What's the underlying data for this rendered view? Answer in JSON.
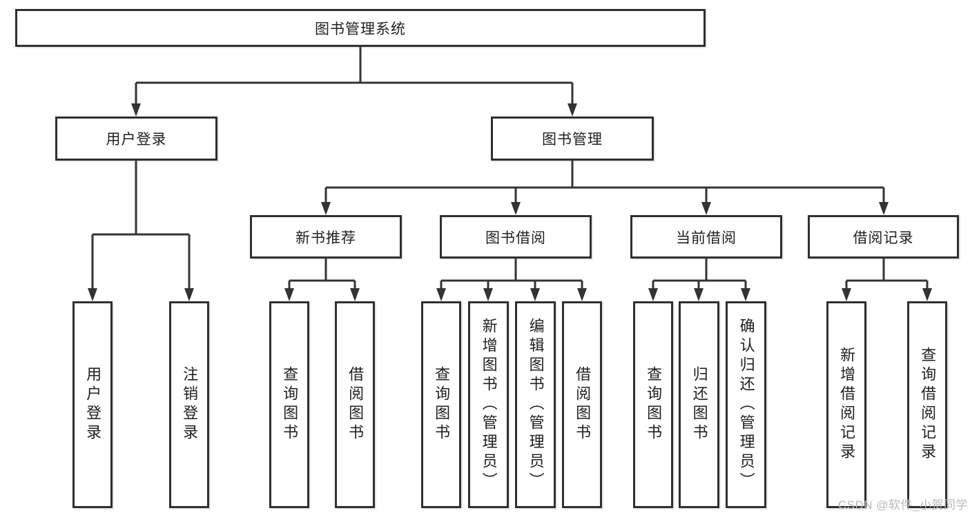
{
  "root": {
    "label": "图书管理系统"
  },
  "level2": {
    "user_login": {
      "label": "用户登录"
    },
    "book_mgmt": {
      "label": "图书管理"
    }
  },
  "level3": {
    "new_books": {
      "label": "新书推荐"
    },
    "book_borrow": {
      "label": "图书借阅"
    },
    "current_borrow": {
      "label": "当前借阅"
    },
    "borrow_records": {
      "label": "借阅记录"
    }
  },
  "leaves": {
    "user_login": [
      "用户登录",
      "注销登录"
    ],
    "new_books": [
      "查询图书",
      "借阅图书"
    ],
    "book_borrow": [
      "查询图书",
      "新增图书（管理员）",
      "编辑图书（管理员）",
      "借阅图书"
    ],
    "current_borrow": [
      "查询图书",
      "归还图书",
      "确认归还（管理员）"
    ],
    "borrow_records": [
      "新增借阅记录",
      "查询借阅记录"
    ]
  },
  "watermark": {
    "text": "CSDN @软件_小贺同学"
  },
  "colors": {
    "line": "#333333",
    "box_border": "#2f2f2f",
    "box_fill": "#ffffff",
    "text": "#1f1f1f",
    "watermark": "#b9b9b9",
    "page_bg": "#ffffff"
  }
}
